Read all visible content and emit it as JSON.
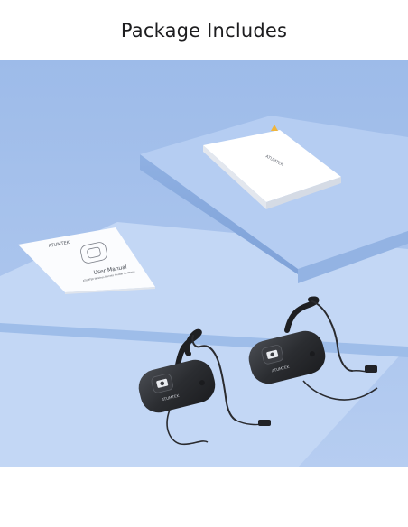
{
  "title": "Package Includes",
  "box": {
    "brand": "ATUMTEK"
  },
  "manual": {
    "brand": "ATUMTEK",
    "heading": "User Manual",
    "subtitle": "ATUMTEK Wireless Remote Shutter for Phone"
  },
  "remotes": [
    {
      "brand": "ATUMTEK"
    },
    {
      "brand": "ATUMTEK"
    }
  ],
  "colors": {
    "background": "#a9c5ee",
    "platform_top": "#bcd3f4",
    "remote_body": "#2b2d31",
    "accent": "#f0b53c"
  },
  "icons": [
    "camera-icon",
    "brand-logo-icon",
    "remote-drawing-icon"
  ]
}
